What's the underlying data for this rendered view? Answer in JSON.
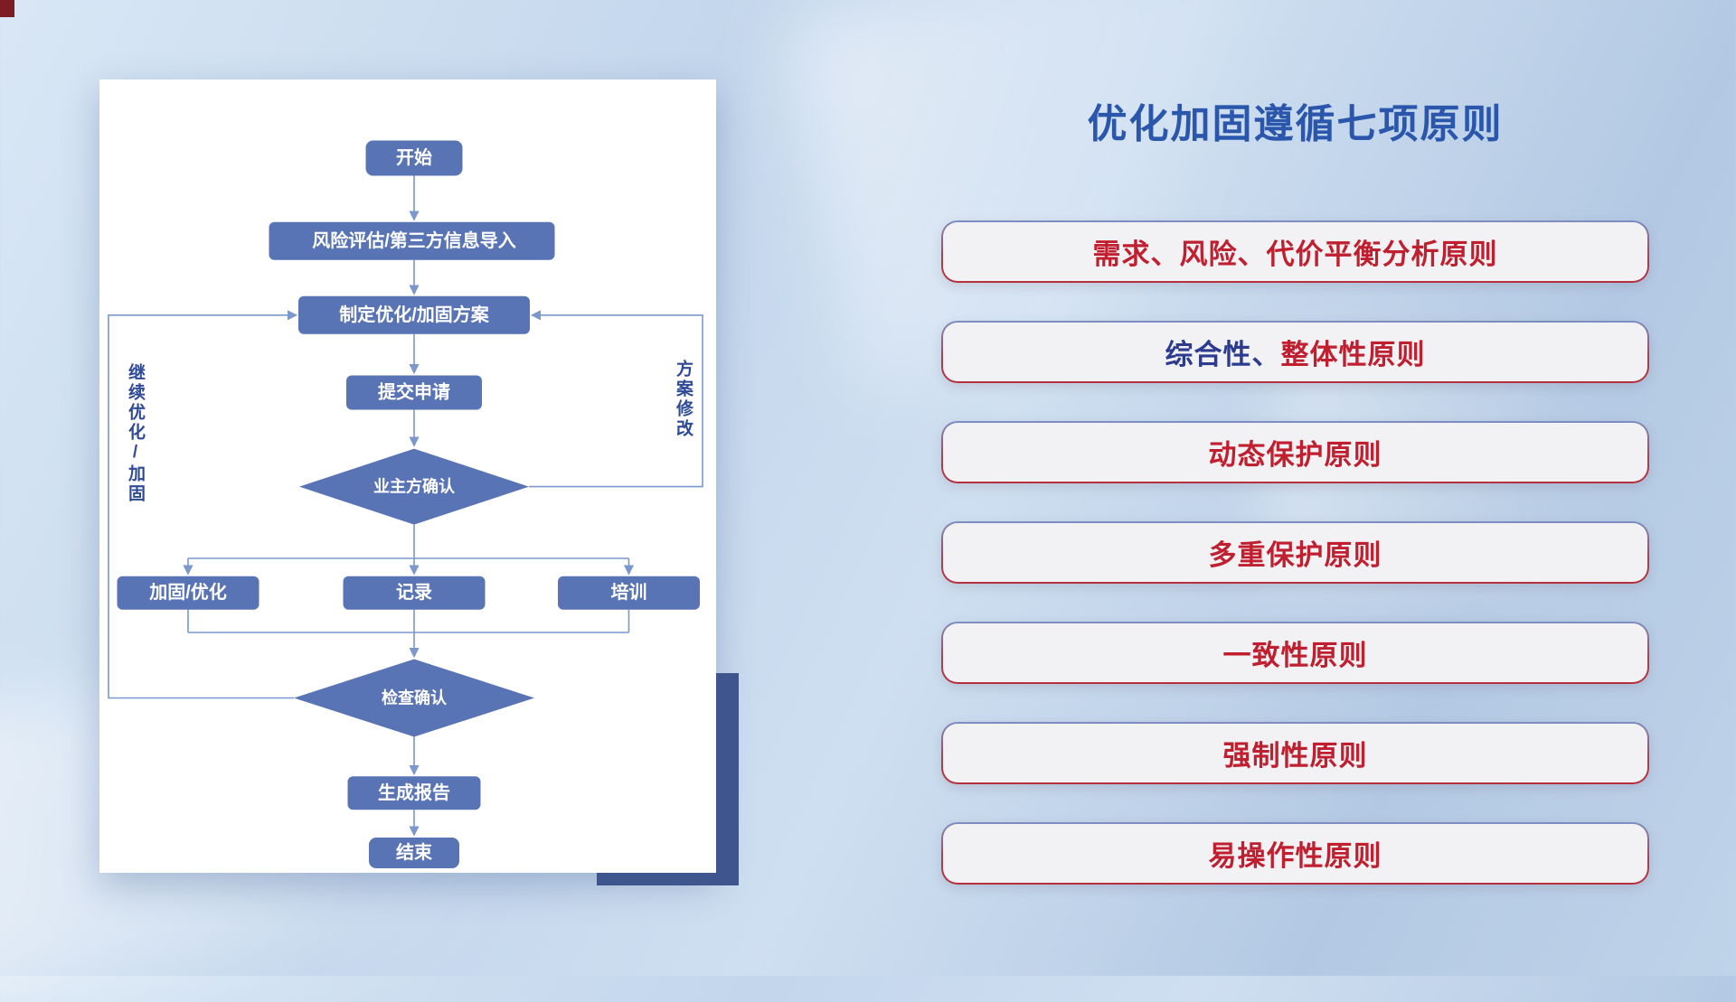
{
  "flowchart": {
    "nodes": {
      "start": "开始",
      "risk_import": "风险评估/第三方信息导入",
      "make_plan": "制定优化/加固方案",
      "submit": "提交申请",
      "owner_confirm": "业主方确认",
      "reinforce": "加固/优化",
      "record": "记录",
      "training": "培训",
      "check_confirm": "检查确认",
      "report": "生成报告",
      "end": "结束"
    },
    "labels": {
      "continue_optimize": "继续优化/加固",
      "plan_modify": "方案修改"
    }
  },
  "panel": {
    "title": "优化加固遵循七项原则",
    "principles": [
      {
        "part1": "",
        "part2": "需求、风险、代价平衡分析原则"
      },
      {
        "part1": "综合性、",
        "part2": "整体性原则"
      },
      {
        "part1": "",
        "part2": "动态保护原则"
      },
      {
        "part1": "",
        "part2": "多重保护原则"
      },
      {
        "part1": "",
        "part2": "一致性原则"
      },
      {
        "part1": "",
        "part2": "强制性原则"
      },
      {
        "part1": "",
        "part2": "易操作性原则"
      }
    ]
  },
  "colors": {
    "title_blue": "#2a57ab",
    "principle_red": "#c01f30",
    "principle_navy": "#2b3b8f",
    "node_blue": "#5974b5",
    "line_blue": "#7b97cc",
    "accent_navy": "#41568f",
    "pill_bg": "#f2f2f4"
  }
}
